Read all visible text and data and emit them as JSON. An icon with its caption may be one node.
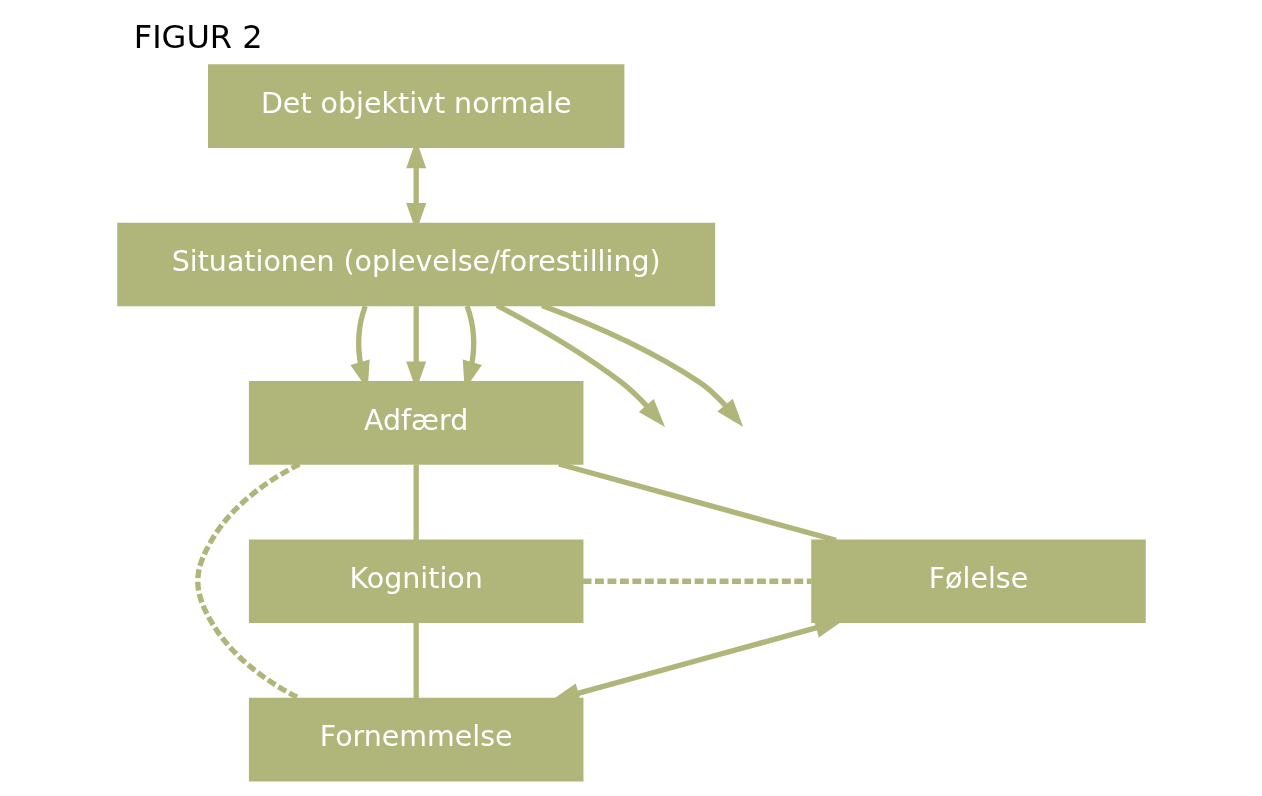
{
  "diagram": {
    "title": "FIGUR 2",
    "nodes": [
      {
        "text": [
          "Det objektivt normale"
        ]
      },
      {
        "text": [
          "Situationen (oplevelse/forestilling)"
        ]
      },
      {
        "text": [
          "Adfærd"
        ]
      },
      {
        "text": [
          "Kognition"
        ]
      },
      {
        "text": [
          "Følelse"
        ]
      },
      {
        "text": [
          "Fornemmelse"
        ]
      }
    ],
    "edges": [
      {
        "from": 0,
        "to": 1,
        "arrow": "both"
      },
      {
        "from": 1,
        "to": null,
        "arrow": "to"
      },
      {
        "from": 1,
        "to": 2,
        "arrow": "to"
      },
      {
        "from": 1,
        "to": 2,
        "arrow": "to"
      },
      {
        "from": 1,
        "to": 2,
        "arrow": "to"
      },
      {
        "from": 1,
        "to": null,
        "arrow": "to"
      },
      {
        "from": 3,
        "to": 2,
        "arrow": "none"
      },
      {
        "from": 2,
        "to": 4,
        "arrow": "none"
      },
      {
        "from": 3,
        "to": 4,
        "arrow": "none",
        "style": "dashed"
      },
      {
        "from": 2,
        "to": 5,
        "arrow": "none",
        "style": "dashed"
      },
      {
        "from": 3,
        "to": 5,
        "arrow": "none"
      },
      {
        "from": 5,
        "to": 4,
        "arrow": "both"
      }
    ]
  }
}
